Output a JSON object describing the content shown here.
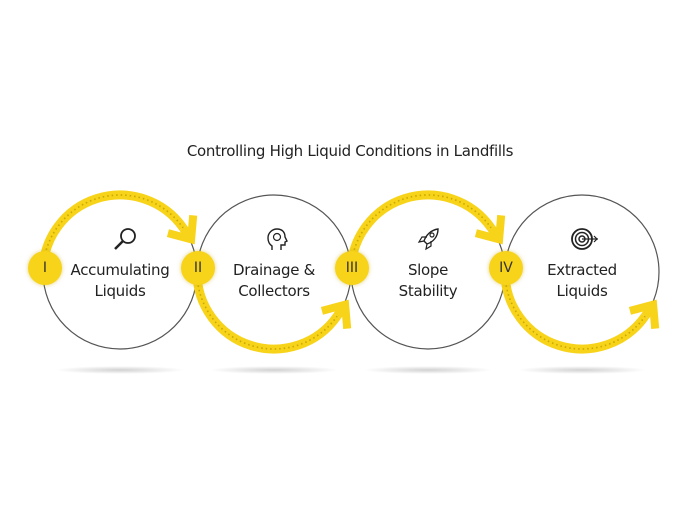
{
  "title": {
    "before": "Controlling ",
    "highlight": "High",
    "after": " Liquid Conditions in Landfills"
  },
  "accent_color": "#f7d31a",
  "steps": [
    {
      "numeral": "I",
      "line1": "Accumulating",
      "line2": "Liquids",
      "icon": "magnifier-icon"
    },
    {
      "numeral": "II",
      "line1": "Drainage &",
      "line2": "Collectors",
      "icon": "head-gear-icon"
    },
    {
      "numeral": "III",
      "line1": "Slope",
      "line2": "Stability",
      "icon": "rocket-icon"
    },
    {
      "numeral": "IV",
      "line1": "Extracted",
      "line2": "Liquids",
      "icon": "target-icon"
    }
  ]
}
